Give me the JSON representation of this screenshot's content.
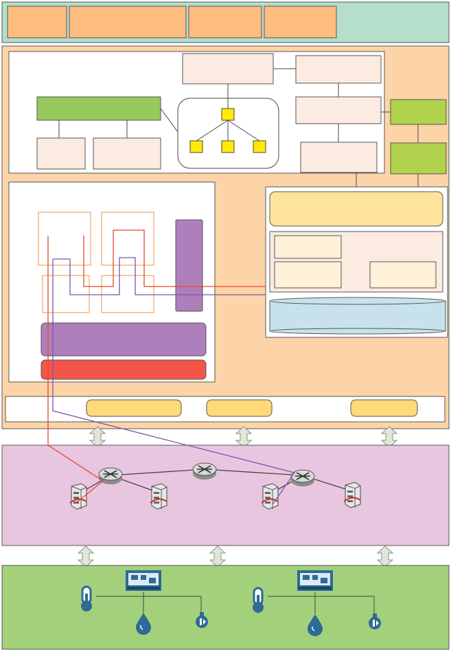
{
  "diagram": {
    "layers": [
      {
        "id": "top-band",
        "boxes": 4
      },
      {
        "id": "platform-layer",
        "components": [
          "architecture-panel",
          "topology-panel",
          "data-panel",
          "service-bar"
        ]
      },
      {
        "id": "network-layer",
        "routers": 3,
        "servers": 4
      },
      {
        "id": "field-layer",
        "gateways": 2,
        "sensor_groups": 2
      }
    ],
    "connectors": {
      "upper": 3,
      "lower": 3
    },
    "colors": {
      "top_band": "#b5dfca",
      "platform": "#fdd4a7",
      "network": "#e9c6e0",
      "field": "#a3d07b",
      "green_box": "#96c85c",
      "bright_green": "#b1d24c",
      "yellow_node": "#ffea00",
      "purple": "#ad80bb",
      "red": "#f2564a",
      "light_yellow": "#fde39c",
      "cylinder": "#c7e2ec",
      "pale_box": "#fbebe1",
      "cream_box": "#fff0d8",
      "orange_box": "#fdbd7e",
      "service_pill": "#ffd97a",
      "red_line": "#e8452f",
      "purple_line": "#8050b0"
    },
    "icons": [
      "router-icon",
      "server-icon",
      "gateway-icon",
      "thermometer-icon",
      "water-drop-icon",
      "humidity-sensor-icon"
    ]
  }
}
